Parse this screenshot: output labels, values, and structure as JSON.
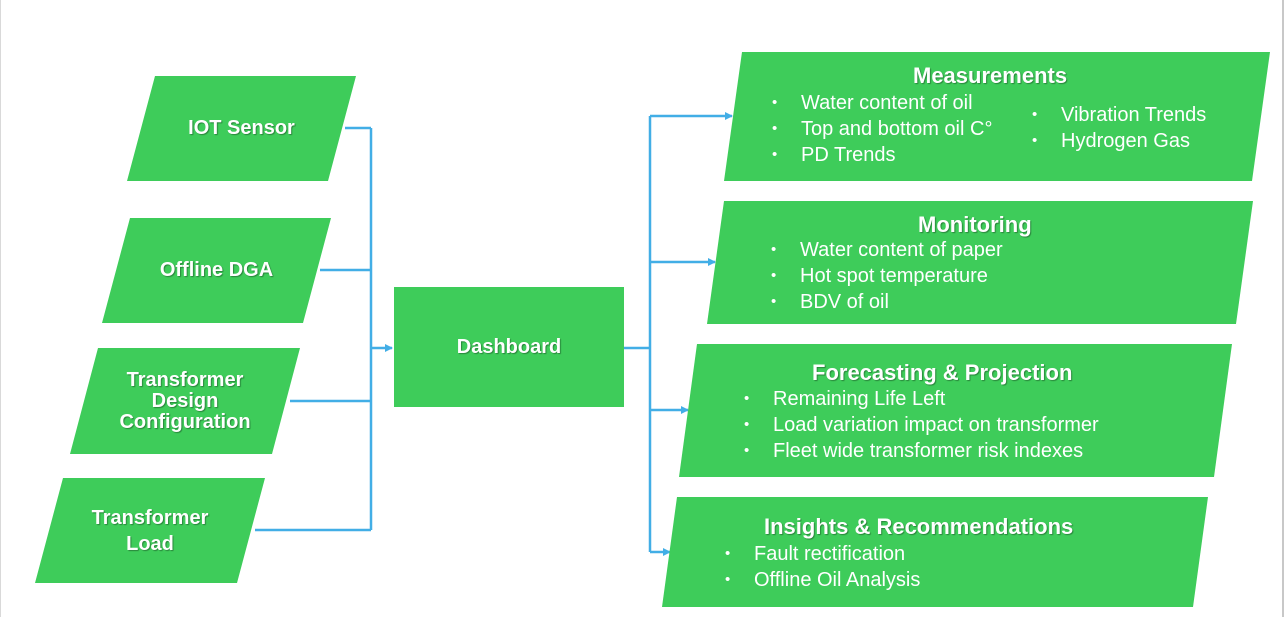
{
  "colors": {
    "shape_fill": "#3ecc5a",
    "connector": "#42aee6",
    "text": "#ffffff"
  },
  "inputs": [
    {
      "lines": [
        "IOT Sensor"
      ]
    },
    {
      "lines": [
        "Offline DGA"
      ]
    },
    {
      "lines": [
        "Transformer",
        "Design",
        "Configuration"
      ]
    },
    {
      "lines": [
        "Transformer",
        "Load"
      ]
    }
  ],
  "hub": {
    "label": "Dashboard"
  },
  "outputs": [
    {
      "title": "Measurements",
      "items_col1": [
        "Water content of oil",
        "Top and bottom oil C°",
        "PD Trends"
      ],
      "items_col2": [
        "Vibration Trends",
        "Hydrogen Gas"
      ]
    },
    {
      "title": "Monitoring",
      "items": [
        "Water content of paper",
        "Hot spot temperature",
        "BDV of oil"
      ]
    },
    {
      "title": "Forecasting & Projection",
      "items": [
        "Remaining Life Left",
        "Load variation impact on transformer",
        "Fleet wide transformer risk indexes"
      ]
    },
    {
      "title": "Insights & Recommendations",
      "items": [
        "Fault rectification",
        "Offline Oil Analysis"
      ]
    }
  ]
}
